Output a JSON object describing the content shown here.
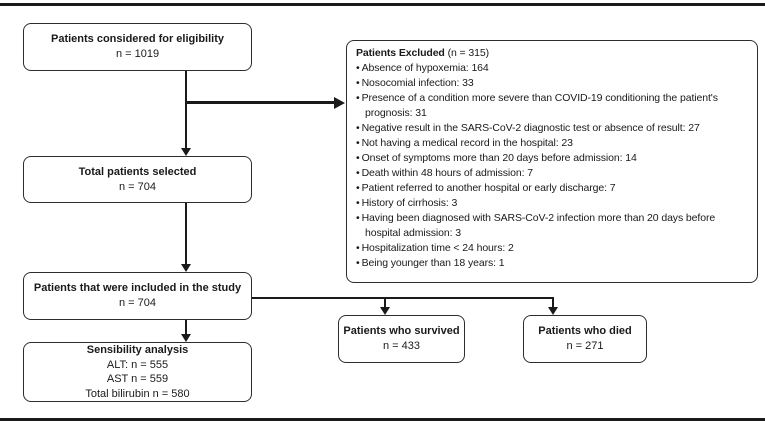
{
  "boxes": {
    "eligibility": {
      "title": "Patients considered for eligibility",
      "n": "n = 1019"
    },
    "selected": {
      "title": "Total patients selected",
      "n": "n = 704"
    },
    "excluded": {
      "title_bold": "Patients Excluded",
      "title_rest": " (n = 315)",
      "items": [
        "Absence of hypoxemia: 164",
        "Nosocomial infection: 33",
        "Presence of a condition more severe than COVID-19 conditioning the patient's prognosis: 31",
        "Negative result in the SARS-CoV-2 diagnostic test or absence of result: 27",
        "Not having a medical record in the hospital: 23",
        "Onset of symptoms more than 20 days before admission: 14",
        "Death within 48 hours of admission: 7",
        "Patient referred to another hospital or early discharge: 7",
        "History of cirrhosis: 3",
        "Having been diagnosed with SARS-CoV-2 infection more than 20 days before hospital admission: 3",
        "Hospitalization time < 24 hours: 2",
        "Being younger than 18 years: 1"
      ]
    },
    "included": {
      "title": "Patients that were included in the study",
      "n": "n = 704"
    },
    "sensibility": {
      "title": "Sensibility analysis",
      "lines": [
        "ALT: n = 555",
        "AST n = 559",
        "Total bilirubin n = 580"
      ]
    },
    "survived": {
      "title": "Patients who survived",
      "n": "n = 433"
    },
    "died": {
      "title": "Patients who died",
      "n": "n = 271"
    }
  },
  "colors": {
    "ink": "#1a1a1a",
    "border": "#2d2d2d"
  }
}
